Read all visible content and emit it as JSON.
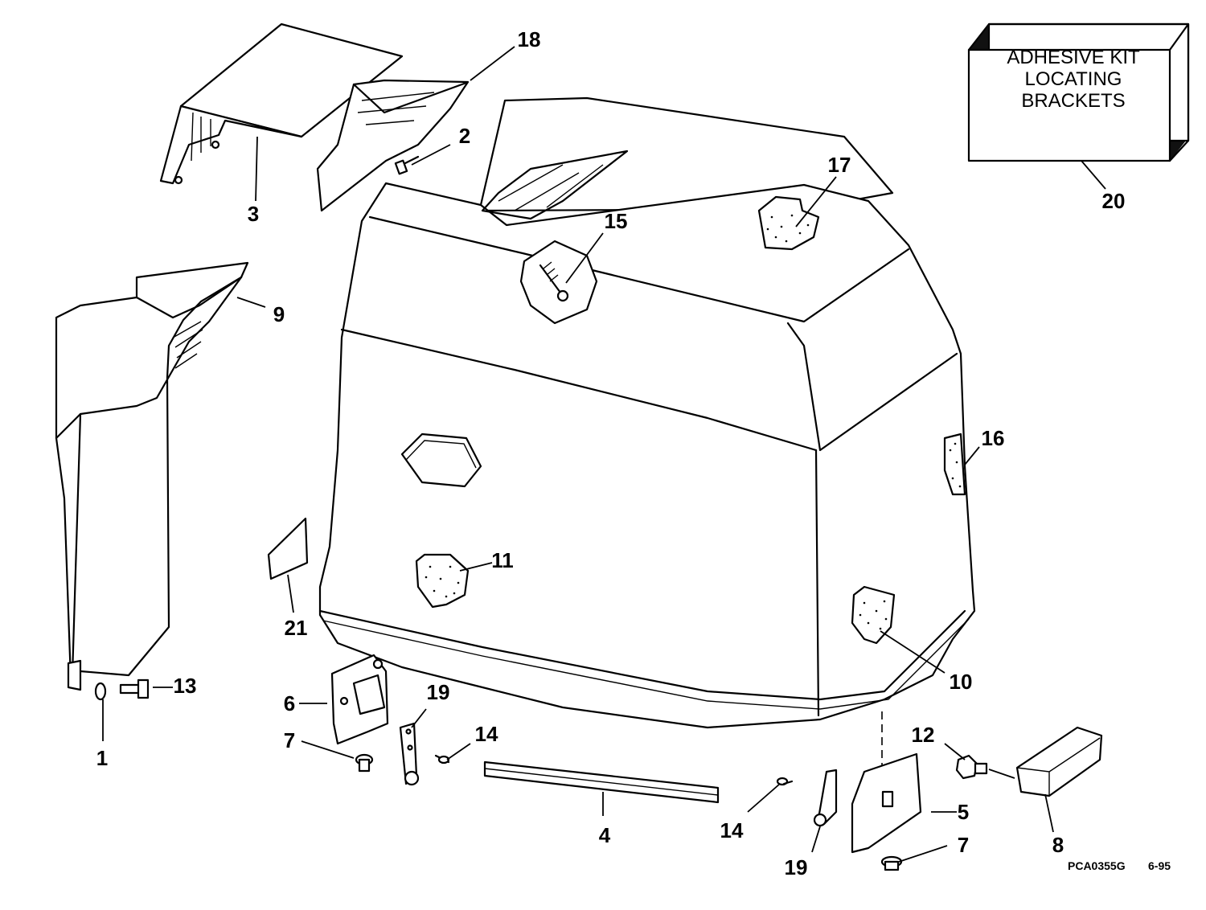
{
  "adhesive_box": {
    "line1": "ADHESIVE KIT",
    "line2": "LOCATING",
    "line3": "BRACKETS"
  },
  "callouts": {
    "c1": "1",
    "c2": "2",
    "c3": "3",
    "c4": "4",
    "c5": "5",
    "c6": "6",
    "c7a": "7",
    "c7b": "7",
    "c8": "8",
    "c9": "9",
    "c10": "10",
    "c11": "11",
    "c12": "12",
    "c13": "13",
    "c14a": "14",
    "c14b": "14",
    "c15": "15",
    "c16": "16",
    "c17": "17",
    "c18": "18",
    "c19a": "19",
    "c19b": "19",
    "c20": "20",
    "c21": "21"
  },
  "footer": {
    "code": "PCA0355G",
    "date": "6-95"
  }
}
